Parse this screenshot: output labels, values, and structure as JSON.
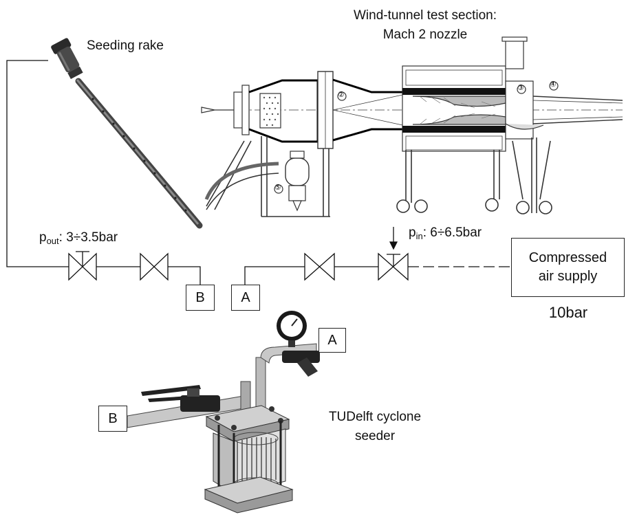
{
  "diagram": {
    "title_line1": "Wind-tunnel test section:",
    "title_line2": "Mach 2 nozzle",
    "seeding_rake": "Seeding rake",
    "p_out_symbol": "p",
    "p_out_sub": "out",
    "p_out_value": ": 3÷3.5bar",
    "p_in_symbol": "p",
    "p_in_sub": "in",
    "p_in_value": ": 6÷6.5bar",
    "supply_line1": "Compressed",
    "supply_line2": "air supply",
    "supply_pressure": "10bar",
    "connector_a": "A",
    "connector_b": "B",
    "seeder_line1": "TUDelft cyclone",
    "seeder_line2": "seeder",
    "tunnel_markers": [
      "②",
      "③",
      "④",
      "⑤"
    ]
  }
}
